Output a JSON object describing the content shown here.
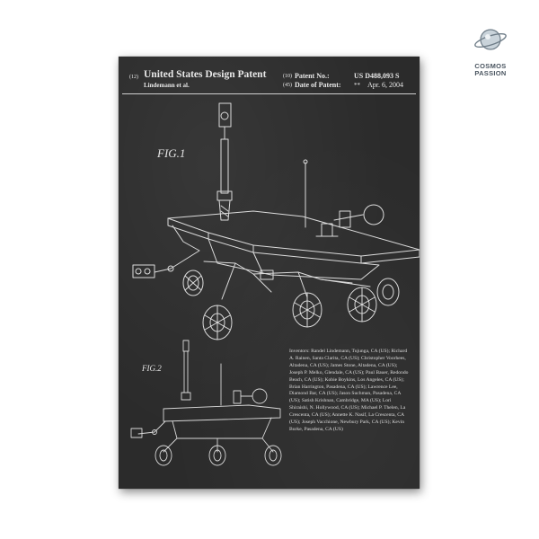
{
  "logo": {
    "icon": "planet-ring-icon",
    "line1": "COSMOS",
    "line2": "PASSION"
  },
  "patent": {
    "code_12": "(12)",
    "title": "United States Design Patent",
    "authors": "Lindemann et al.",
    "code_10": "(10)",
    "number_label": "Patent No.:",
    "number_value": "US D488,093 S",
    "code_45": "(45)",
    "date_label": "Date of Patent:",
    "date_marker": "**",
    "date_value": "Apr. 6, 2004"
  },
  "figures": {
    "fig1_label": "FIG.1",
    "fig2_label": "FIG.2"
  },
  "inventors_text": "Inventors: Randel Lindemann, Tujunga, CA (US); Richard A. Rainen, Santa Clarita, CA (US); Christopher Voorhees, Altadena, CA (US); James Stone, Altadena, CA (US); Joseph P. Melko, Glendale, CA (US); Paul Bauer, Redondo Beach, CA (US); Kobie Boykins, Los Angeles, CA (US); Brian Harrington, Pasadena, CA (US); Lawrence Lee, Diamond Bar, CA (US); Jason Suchman, Pasadena, CA (US); Satish Krishnan, Cambridge, MA (US); Lori Shiraishi, N. Hollywood, CA (US); Michael P. Thelen, La Crescenta, CA (US); Annette K. Nasif, La Crescenta, CA (US); Joseph Vacchione, Newbury Park, CA (US); Kevin Burke, Pasadena, CA (US)"
}
